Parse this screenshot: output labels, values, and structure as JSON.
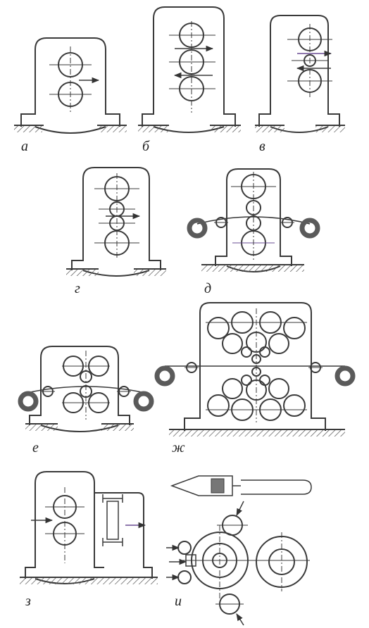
{
  "figure": {
    "panels": [
      {
        "id": "a",
        "label": "а",
        "description": "two-high stand"
      },
      {
        "id": "b",
        "label": "б",
        "description": "three-high stand"
      },
      {
        "id": "v",
        "label": "в",
        "description": "Lauth three-high stand"
      },
      {
        "id": "g",
        "label": "г",
        "description": "four-high stand"
      },
      {
        "id": "d",
        "label": "д",
        "description": "four-high reversing stand with coilers"
      },
      {
        "id": "e",
        "label": "е",
        "description": "six-high stand with coilers"
      },
      {
        "id": "zh",
        "label": "ж",
        "description": "cluster (Sendzimir) stand with coilers"
      },
      {
        "id": "z",
        "label": "з",
        "description": "universal stand"
      },
      {
        "id": "i",
        "label": "и",
        "description": "planetary stand"
      }
    ]
  },
  "colors": {
    "ink": "#3a3a3a",
    "hatch": "#555555",
    "coil": "#5a5a5a",
    "arrow_accent": "#6a4c93"
  }
}
